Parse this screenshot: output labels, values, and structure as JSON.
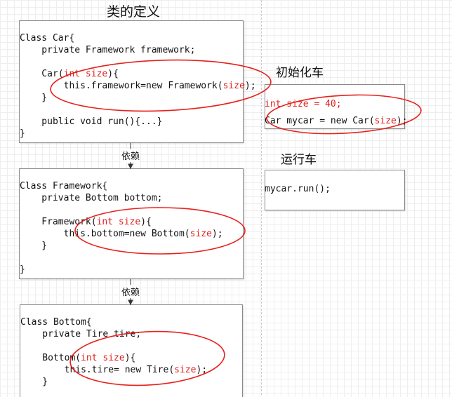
{
  "titles": {
    "class_def": "类的定义",
    "init_car": "初始化车",
    "run_car": "运行车"
  },
  "dependency_label": "依赖",
  "car_class": {
    "l1": "Class Car{",
    "l2": "    private Framework framework;",
    "l4a": "    Car(",
    "l4b": "int size",
    "l4c": "){",
    "l5a": "        this.framework=new Framework(",
    "l5b": "size",
    "l5c": ");",
    "l6": "    }",
    "l8": "    public void run(){...}",
    "l9": "}"
  },
  "framework_class": {
    "l1": "Class Framework{",
    "l2": "    private Bottom bottom;",
    "l4a": "    Framework(",
    "l4b": "int size",
    "l4c": "){",
    "l5a": "        this.bottom=new Bottom(",
    "l5b": "size",
    "l5c": ");",
    "l6": "    }",
    "l8": "}"
  },
  "bottom_class": {
    "l1": "Class Bottom{",
    "l2": "    private Tire tire;",
    "l4a": "    Bottom(",
    "l4b": "int size",
    "l4c": "){",
    "l5a": "        this.tire= new Tire(",
    "l5b": "size",
    "l5c": ");",
    "l6": "    }"
  },
  "init_code": {
    "l1": "int size = 40;",
    "l2a": "Car mycar = new Car(",
    "l2b": "size",
    "l2c": ");"
  },
  "run_code": {
    "l1": "mycar.run();"
  },
  "colors": {
    "highlight": "#e0201e",
    "border": "#8a8a8a"
  }
}
